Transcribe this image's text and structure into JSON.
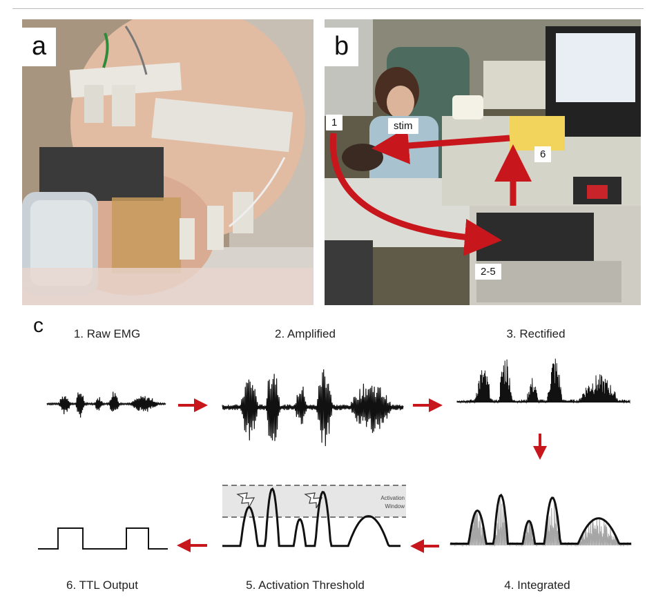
{
  "panels": {
    "a": {
      "letter": "a"
    },
    "b": {
      "letter": "b",
      "callouts": {
        "one": "1",
        "stim": "stim",
        "six": "6",
        "two_five": "2-5"
      }
    },
    "c": {
      "letter": "c"
    }
  },
  "steps": [
    {
      "id": 1,
      "label": "1. Raw EMG"
    },
    {
      "id": 2,
      "label": "2. Amplified"
    },
    {
      "id": 3,
      "label": "3. Rectified"
    },
    {
      "id": 4,
      "label": "4. Integrated"
    },
    {
      "id": 5,
      "label": "5. Activation Threshold"
    },
    {
      "id": 6,
      "label": "6. TTL Output"
    }
  ],
  "threshold_box": {
    "line1": "Activation",
    "line2": "Window"
  },
  "colors": {
    "arrow": "#c8161d",
    "signal": "#111111",
    "window_fill": "#e6e6e6",
    "rect_fill": "#a6a6a6"
  }
}
